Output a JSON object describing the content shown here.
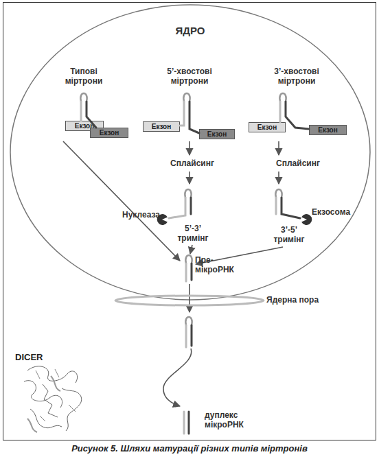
{
  "diagram": {
    "caption": "Рисунок 5. Шляхи матурації різних типів міртронів",
    "nodes": [
      {
        "text": [
          "ЯДРО"
        ]
      },
      {
        "text": [
          "Екзон"
        ],
        "in": 0
      },
      {
        "text": [
          "Екзон"
        ],
        "in": 0
      },
      {
        "text": [
          "Екзон"
        ],
        "in": 0
      },
      {
        "text": [
          "Екзон"
        ],
        "in": 0
      },
      {
        "text": [
          "Екзон"
        ],
        "in": 0
      },
      {
        "text": [
          "Екзон"
        ],
        "in": 0
      }
    ],
    "labels": [
      "Типові міртрони",
      "5’-хвостові міртрони",
      "3’-хвостові міртрони",
      "Сплайсинг",
      "Сплайсинг",
      "Нуклеаза",
      "Екзосома",
      "5’-3’ тримінг",
      "3’-5’ тримінг",
      "Пре-мікроРНК",
      "Ядерна пора",
      "DICER",
      "дуплекс мікроРНК"
    ]
  }
}
